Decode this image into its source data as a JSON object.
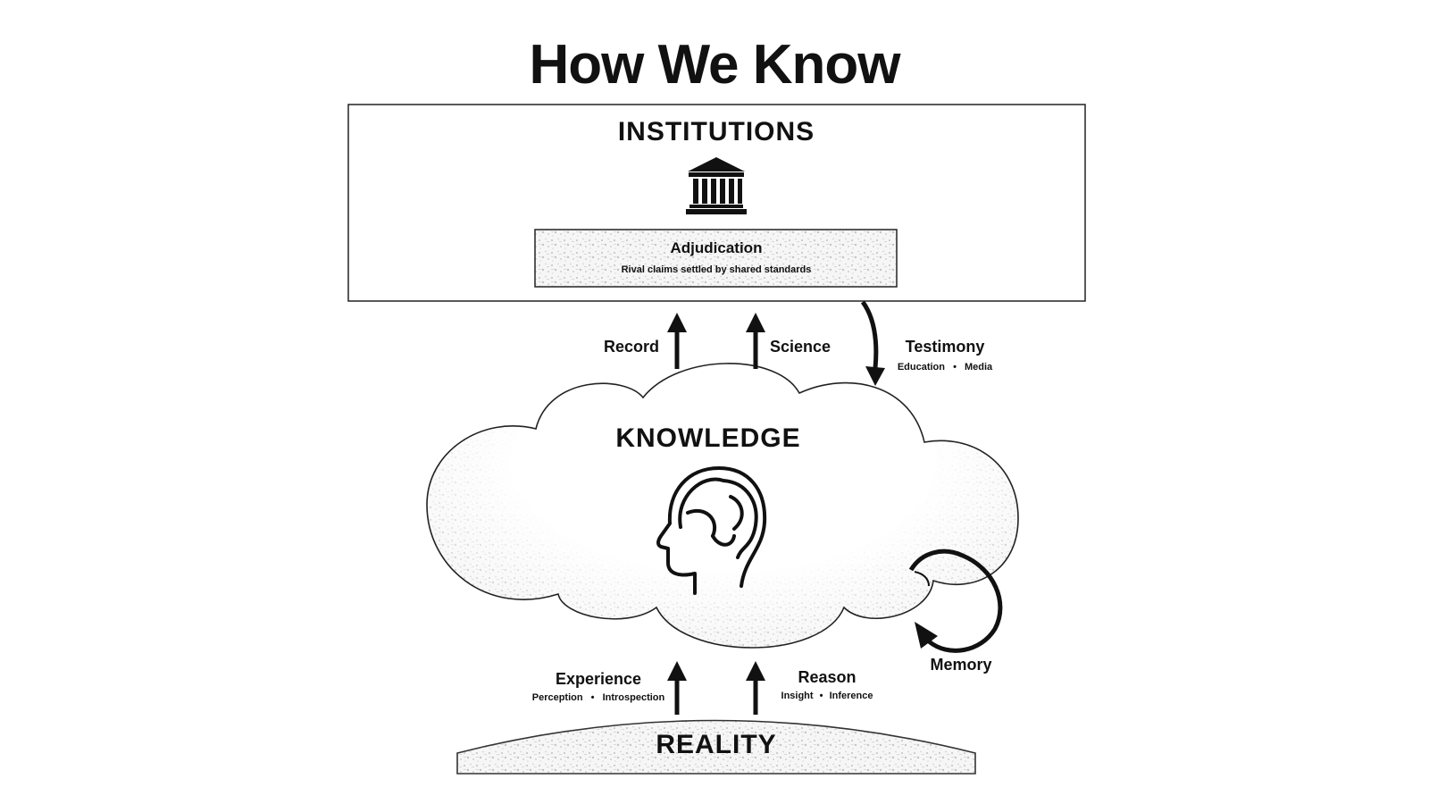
{
  "title": "How We Know",
  "institutions": {
    "heading": "INSTITUTIONS",
    "icon": "institution-building-icon",
    "adjudication": {
      "title": "Adjudication",
      "subtitle": "Rival claims settled by shared standards"
    }
  },
  "knowledge": {
    "heading": "KNOWLEDGE",
    "icon": "human-head-brain-icon"
  },
  "reality": {
    "heading": "REALITY"
  },
  "flows": {
    "record": {
      "label": "Record"
    },
    "science": {
      "label": "Science"
    },
    "testimony": {
      "label": "Testimony",
      "sub_a": "Education",
      "sep": "•",
      "sub_b": "Media"
    },
    "experience": {
      "label": "Experience",
      "sub_a": "Perception",
      "sep": "•",
      "sub_b": "Introspection"
    },
    "reason": {
      "label": "Reason",
      "sub_a": "Insight",
      "sep": "•",
      "sub_b": "Inference"
    },
    "memory": {
      "label": "Memory"
    }
  },
  "colors": {
    "ink": "#111111",
    "background": "#ffffff",
    "texture": "#d9d9d9"
  }
}
